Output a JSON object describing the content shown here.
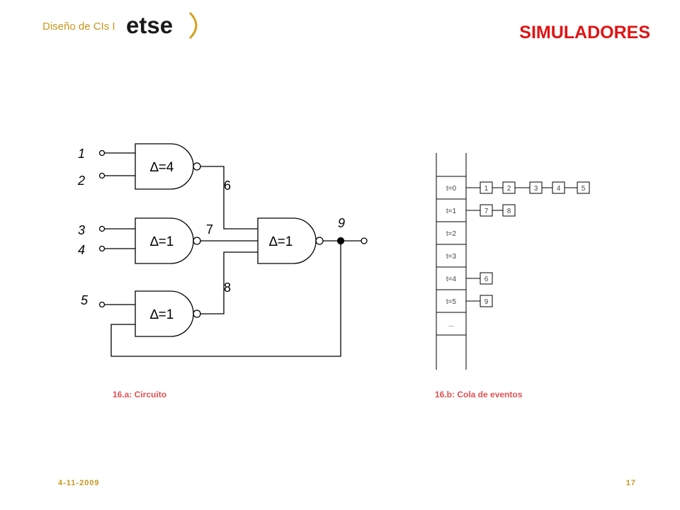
{
  "header": {
    "course": "Diseño de CIs I",
    "logo_text": "etse",
    "title": "SIMULADORES"
  },
  "circuit": {
    "inputs": [
      "1",
      "2",
      "3",
      "4",
      "5"
    ],
    "nets": [
      "6",
      "7",
      "8",
      "9"
    ],
    "gates": [
      "∆=4",
      "∆=1",
      "∆=1",
      "∆=1"
    ],
    "caption": "16.a: Circuito"
  },
  "event_queue": {
    "times": [
      "t=0",
      "t=1",
      "t=2",
      "t=3",
      "t=4",
      "t=5",
      "..."
    ],
    "events": {
      "t0": [
        "1",
        "2",
        "3",
        "4",
        "5"
      ],
      "t1": [
        "7",
        "8"
      ],
      "t4": [
        "6"
      ],
      "t5": [
        "9"
      ]
    },
    "caption": "16.b: Cola de eventos"
  },
  "footer": {
    "date": "4-11-2009",
    "page": "17"
  }
}
